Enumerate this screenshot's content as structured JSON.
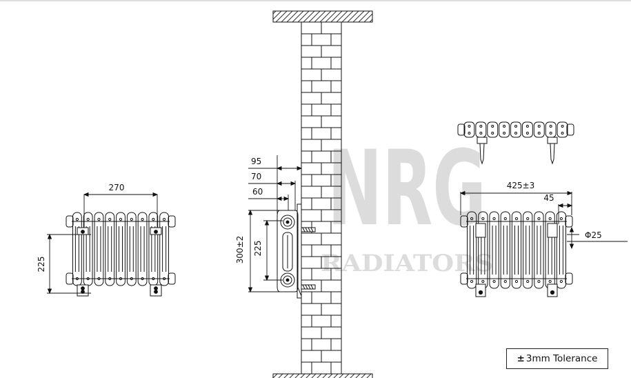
{
  "colors": {
    "line": "#111111",
    "watermark": "#dcdcdc",
    "background": "#ffffff"
  },
  "watermark": {
    "logo": "NRG",
    "sub": "RADIATORS"
  },
  "front_view": {
    "dim_width": "270",
    "dim_height": "225"
  },
  "side_view": {
    "dim_95": "95",
    "dim_70": "70",
    "dim_60": "60",
    "dim_overall_height": "300±2",
    "dim_centres": "225"
  },
  "end_view": {
    "dim_length": "425±3",
    "dim_45": "45",
    "dim_pipe": "Φ25"
  },
  "tolerance": {
    "symbol": "±",
    "text": "3mm Tolerance"
  }
}
